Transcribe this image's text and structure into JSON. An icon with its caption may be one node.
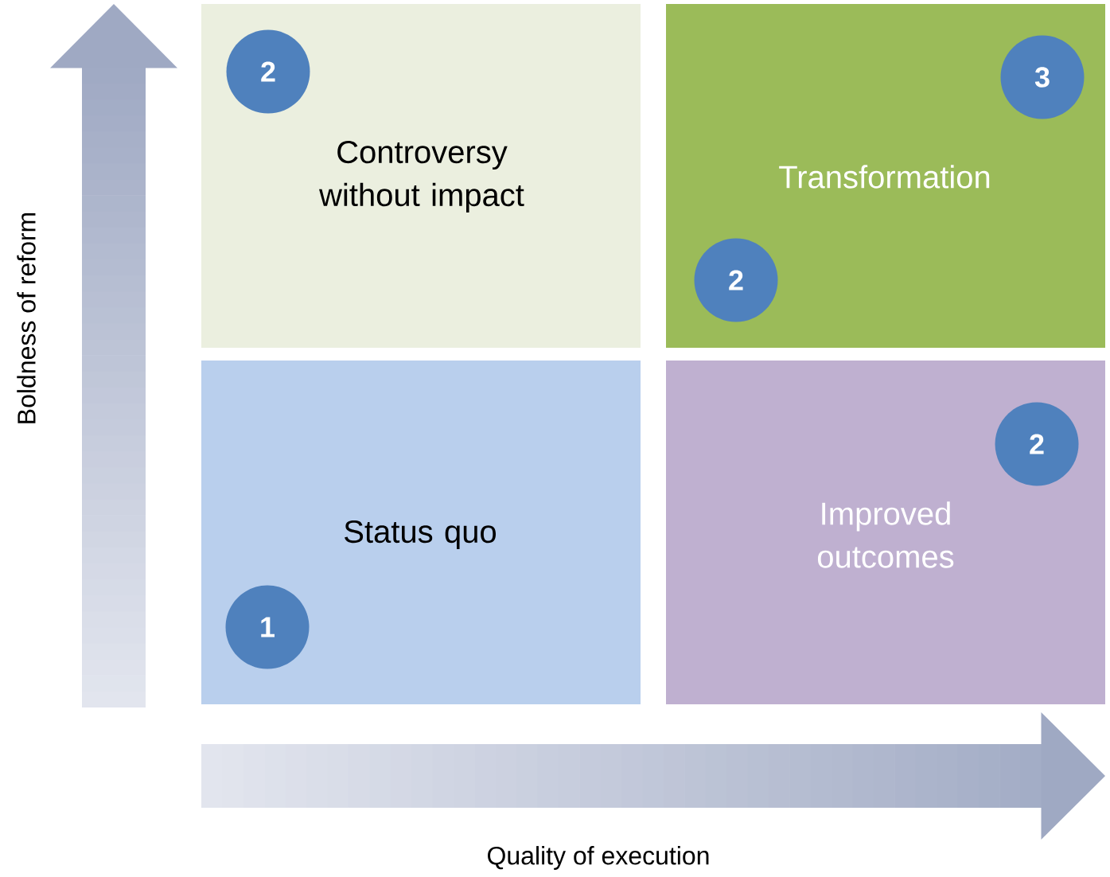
{
  "diagram": {
    "nodes": [
      {
        "text": [
          "Controversy without impact"
        ]
      },
      {
        "text": [
          "2"
        ],
        "in": 0
      },
      {
        "text": [
          "Transformation"
        ]
      },
      {
        "text": [
          "3"
        ],
        "in": 2
      },
      {
        "text": [
          "2"
        ],
        "in": 2
      },
      {
        "text": [
          "Status quo"
        ]
      },
      {
        "text": [
          "1"
        ],
        "in": 5
      },
      {
        "text": [
          "Improved outcomes"
        ]
      },
      {
        "text": [
          "2"
        ],
        "in": 7
      }
    ],
    "labels": [
      "Boldness of reform",
      "Quality of execution"
    ]
  }
}
